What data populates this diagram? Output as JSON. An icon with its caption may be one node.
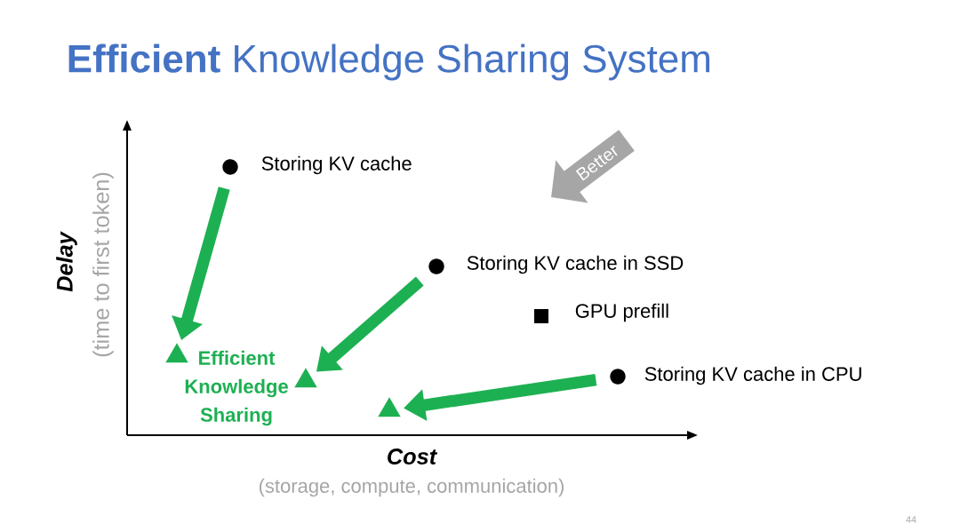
{
  "diagram": {
    "title": "**Efficient** Knowledge Sharing System",
    "nodes": [
      {
        "text": [],
        "shape": "circle",
        "beside": [
          "Storing KV cache"
        ]
      },
      {
        "text": [],
        "shape": "circle",
        "beside": [
          "Storing KV cache in SSD"
        ]
      },
      {
        "text": [],
        "shape": "box",
        "beside": [
          "GPU prefill"
        ]
      },
      {
        "text": [],
        "shape": "circle",
        "beside": [
          "Storing KV cache in CPU"
        ]
      },
      {
        "text": [],
        "shape": "triangle",
        "beside": [
          "Efficient Knowledge Sharing"
        ]
      },
      {
        "text": [],
        "shape": "triangle"
      },
      {
        "text": [],
        "shape": "triangle"
      }
    ],
    "edges": [
      {
        "from": 0,
        "to": 4,
        "arrow": "to"
      },
      {
        "from": 1,
        "to": 5,
        "arrow": "to"
      },
      {
        "from": 3,
        "to": 6,
        "arrow": "to"
      }
    ],
    "labels": [
      "Better",
      "Delay",
      "(time to first token)",
      "Cost",
      "(storage, compute, communication)",
      "44"
    ]
  }
}
